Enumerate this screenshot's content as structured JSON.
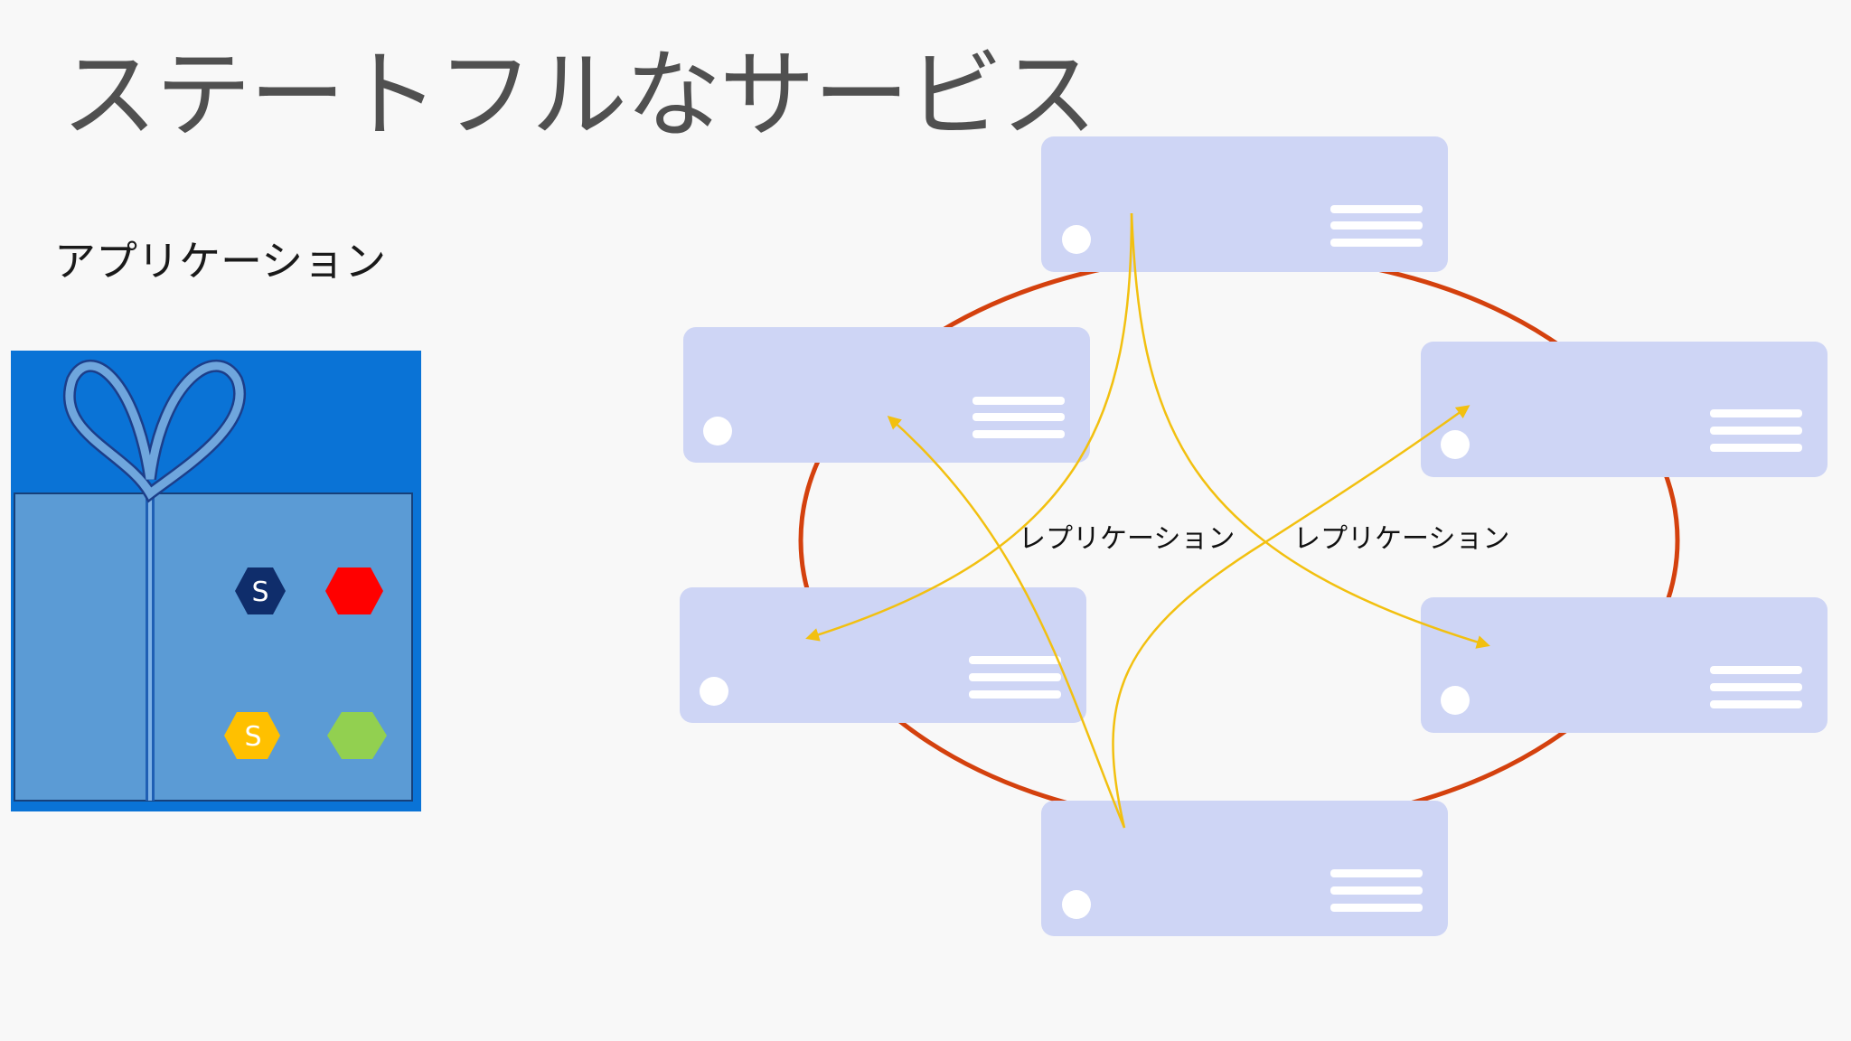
{
  "title": "ステートフルなサービス",
  "application_label": "アプリケーション",
  "replication_label_left": "レプリケーション",
  "replication_label_right": "レプリケーション",
  "hexagon_letter": "S",
  "colors": {
    "background": "#f8f8f8",
    "ring": "#d4410e",
    "node": "#ced5f5",
    "arrow": "#f2c010",
    "gift_box": "#5b9bd5",
    "gift_frame": "#0a73d6",
    "hex_navy": "#0f2d6b",
    "hex_red": "#ff0000",
    "hex_yellow": "#ffc000",
    "hex_green": "#92d050"
  }
}
